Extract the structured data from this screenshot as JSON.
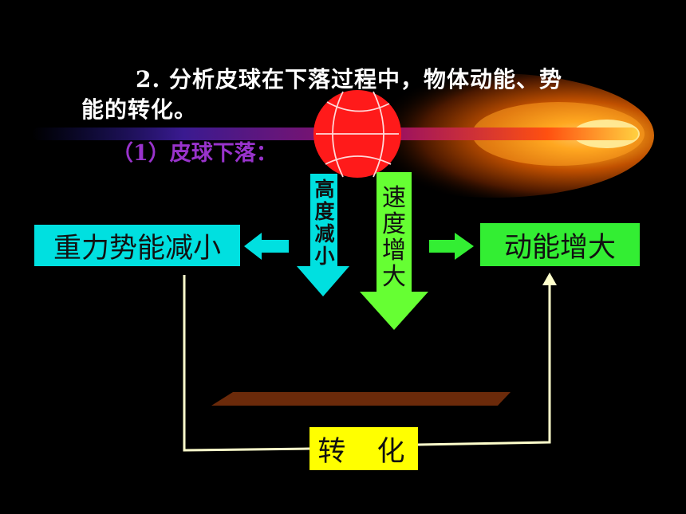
{
  "slide": {
    "title_line_1": "2. 分析皮球在下落过程中，物体动能、势",
    "title_line_2": "能的转化。",
    "subtitle": "（1）皮球下落："
  },
  "diagram": {
    "potential_energy_label": "重力势能减小",
    "kinetic_energy_label": "动能增大",
    "height_arrow_chars": [
      "高",
      "度",
      "减",
      "小"
    ],
    "speed_arrow_chars": [
      "速",
      "度",
      "增",
      "大"
    ],
    "conversion_label": "转 化"
  },
  "colors": {
    "background": "#000000",
    "title_text": "#ffffff",
    "subtitle_text": "#9933cc",
    "potential_box": "#00e0e0",
    "kinetic_box": "#33ee33",
    "conversion_box": "#ffff00",
    "ball": "#ff1a1a",
    "ground": "#6b2a0a",
    "connector_line": "#ffffcc"
  },
  "icons": {
    "ball": "basketball-icon",
    "motion_trail": "comet-trail-icon"
  }
}
